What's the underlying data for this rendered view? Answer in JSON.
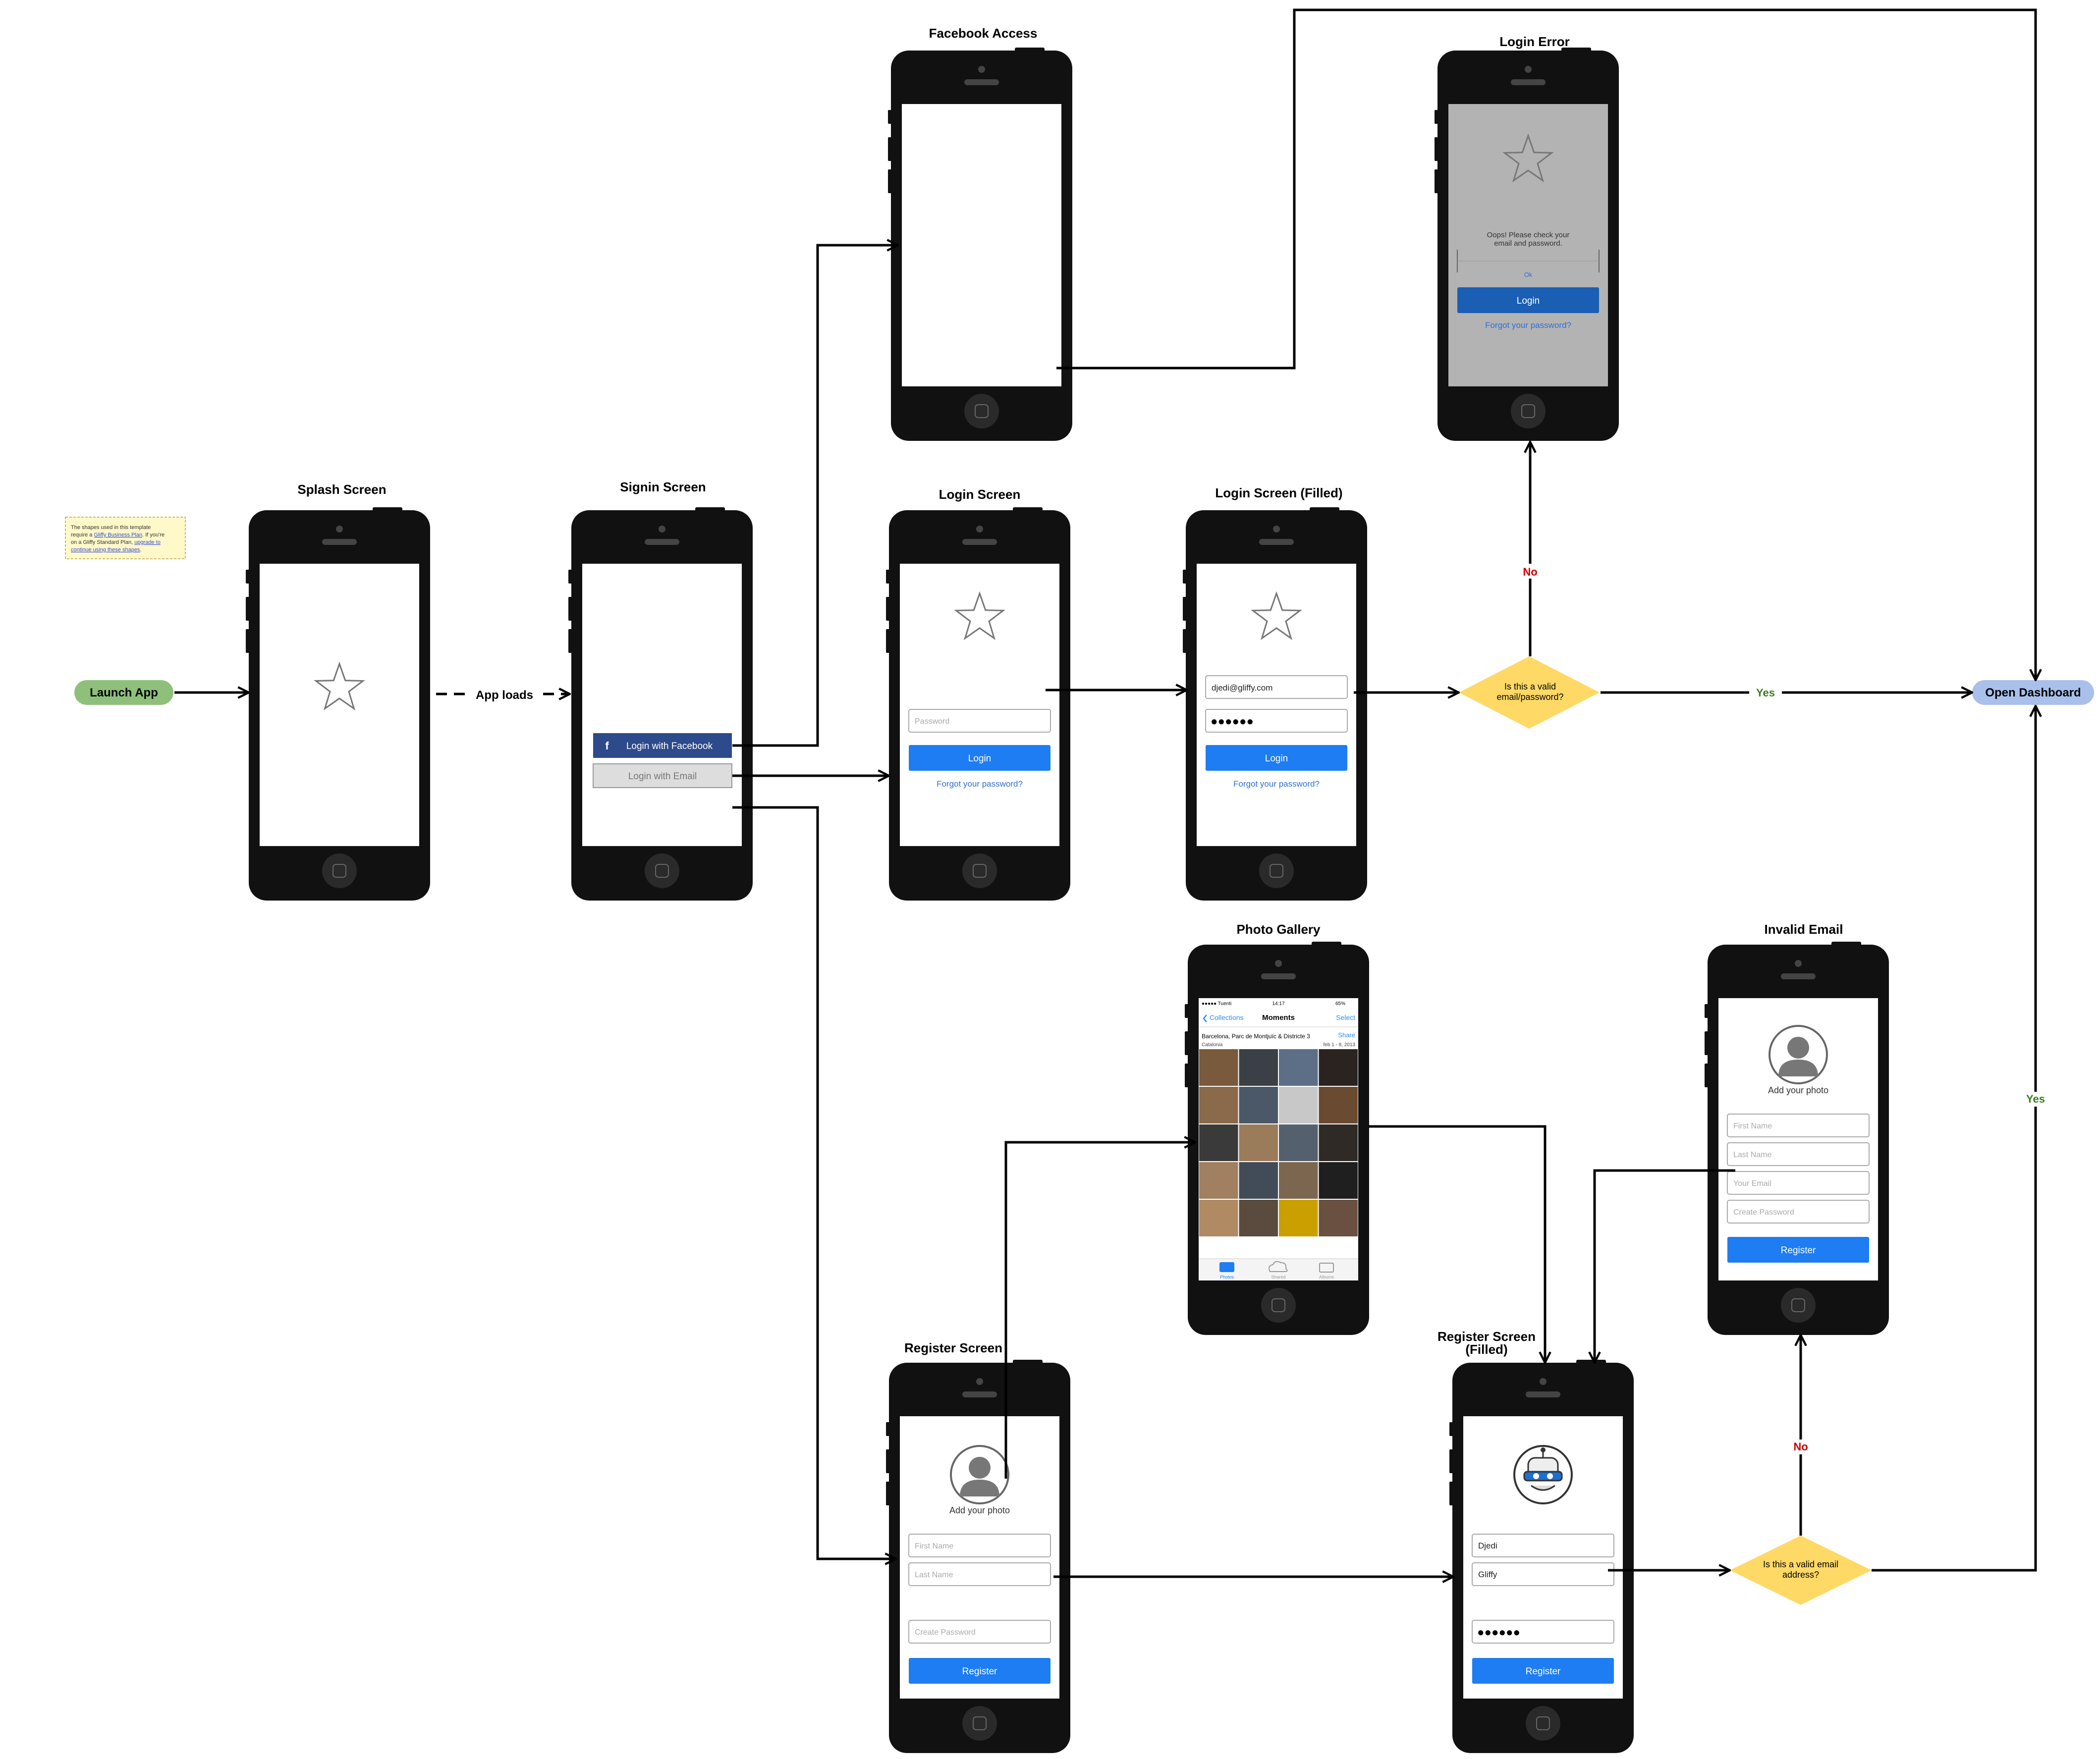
{
  "colors": {
    "start": "#8ec07c",
    "end": "#a8c0ea",
    "decision": "#ffd966",
    "primary_button": "#1e7df2",
    "facebook_button": "#2d4a8a",
    "yes": "#3a7d1e",
    "no": "#cc0000"
  },
  "note": {
    "line1": "The shapes used in this template",
    "line2_a": "require a ",
    "line2_link": "Gliffy Business Plan",
    "line2_b": ". If you're",
    "line3_a": "on a Gliffy Standard Plan, ",
    "line3_link": "upgrade to",
    "line4_link": "continue using these shapes",
    "line4_b": "."
  },
  "terminals": {
    "launch": "Launch App",
    "dashboard": "Open Dashboard"
  },
  "edges": {
    "app_loads": "App loads",
    "yes": "Yes",
    "no": "No"
  },
  "decisions": {
    "login_line1": "Is this a valid",
    "login_line2": "email/password?",
    "register_line1": "Is this a valid email",
    "register_line2": "address?"
  },
  "screens": {
    "splash": {
      "title": "Splash Screen"
    },
    "signin": {
      "title": "Signin Screen",
      "facebook_button": "Login with Facebook",
      "email_button": "Login with Email",
      "facebook_glyph": "f"
    },
    "facebook": {
      "title": "Facebook Access"
    },
    "login_error": {
      "title": "Login Error",
      "message_line1": "Oops! Please check your",
      "message_line2": "email and password.",
      "ok": "Ok",
      "login_button": "Login",
      "forgot": "Forgot your password?"
    },
    "login": {
      "title": "Login Screen",
      "password_placeholder": "Password",
      "login_button": "Login",
      "forgot": "Forgot your password?"
    },
    "login_filled": {
      "title": "Login Screen (Filled)",
      "email_value": "djedi@gliffy.com",
      "password_value": "●●●●●●",
      "login_button": "Login",
      "forgot": "Forgot your password?"
    },
    "photo_gallery": {
      "title": "Photo Gallery",
      "carrier": "●●●●● Tuenti",
      "time": "14:17",
      "battery": "65%",
      "back": "Collections",
      "nav_title": "Moments",
      "select": "Select",
      "album": "Barcelona, Parc de Montjuïc & Districte 3",
      "share": "Share",
      "region": "Catalonia",
      "dates": "feb 1 - 8, 2013",
      "tabs": [
        "Photos",
        "Shared",
        "Albums"
      ]
    },
    "invalid_email": {
      "title": "Invalid Email",
      "add_photo": "Add your photo",
      "first_name": "First Name",
      "last_name": "Last Name",
      "email": "Your Email",
      "password": "Create Password",
      "register_button": "Register"
    },
    "register": {
      "title": "Register Screen",
      "add_photo": "Add your photo",
      "first_name": "First Name",
      "last_name": "Last Name",
      "password": "Create Password",
      "register_button": "Register"
    },
    "register_filled": {
      "title_line1": "Register Screen",
      "title_line2": "(Filled)",
      "first_name_value": "Djedi",
      "last_name_value": "Gliffy",
      "password_value": "●●●●●●",
      "register_button": "Register"
    }
  }
}
